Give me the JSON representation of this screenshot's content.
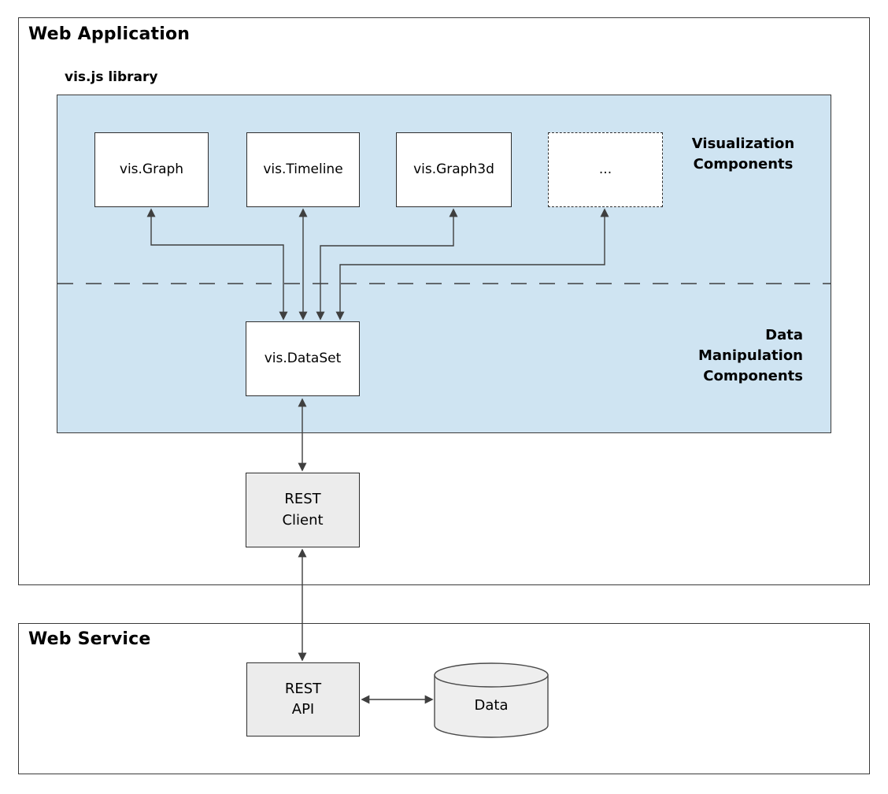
{
  "colors": {
    "library-fill": "#cfe4f2",
    "node-border": "#2e2e2e",
    "grey-fill": "#ececec",
    "arrow": "#3f3f3f",
    "frame-border": "#3a3a3a"
  },
  "web_application": {
    "title": "Web Application",
    "library": {
      "title": "vis.js library",
      "visualization_label": "Visualization\nComponents",
      "data_manipulation_label": "Data\nManipulation\nComponents",
      "nodes": {
        "vis_graph": "vis.Graph",
        "vis_timeline": "vis.Timeline",
        "vis_graph3d": "vis.Graph3d",
        "more": "...",
        "vis_dataset": "vis.DataSet"
      }
    },
    "rest_client": "REST\nClient"
  },
  "web_service": {
    "title": "Web Service",
    "rest_api": "REST\nAPI",
    "data_store": "Data"
  }
}
